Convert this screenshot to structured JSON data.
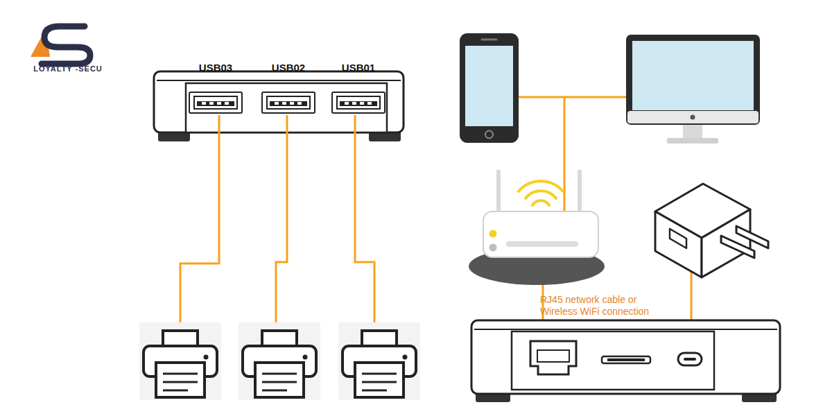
{
  "diagram": {
    "nodes": [
      {
        "text": [
          "USB03"
        ]
      },
      {
        "text": [
          "USB02"
        ]
      },
      {
        "text": [
          "USB01"
        ]
      }
    ],
    "labels": [
      "LOYALTY -SECU",
      "RJ45 network cable or Wireless WiFi connection"
    ]
  }
}
